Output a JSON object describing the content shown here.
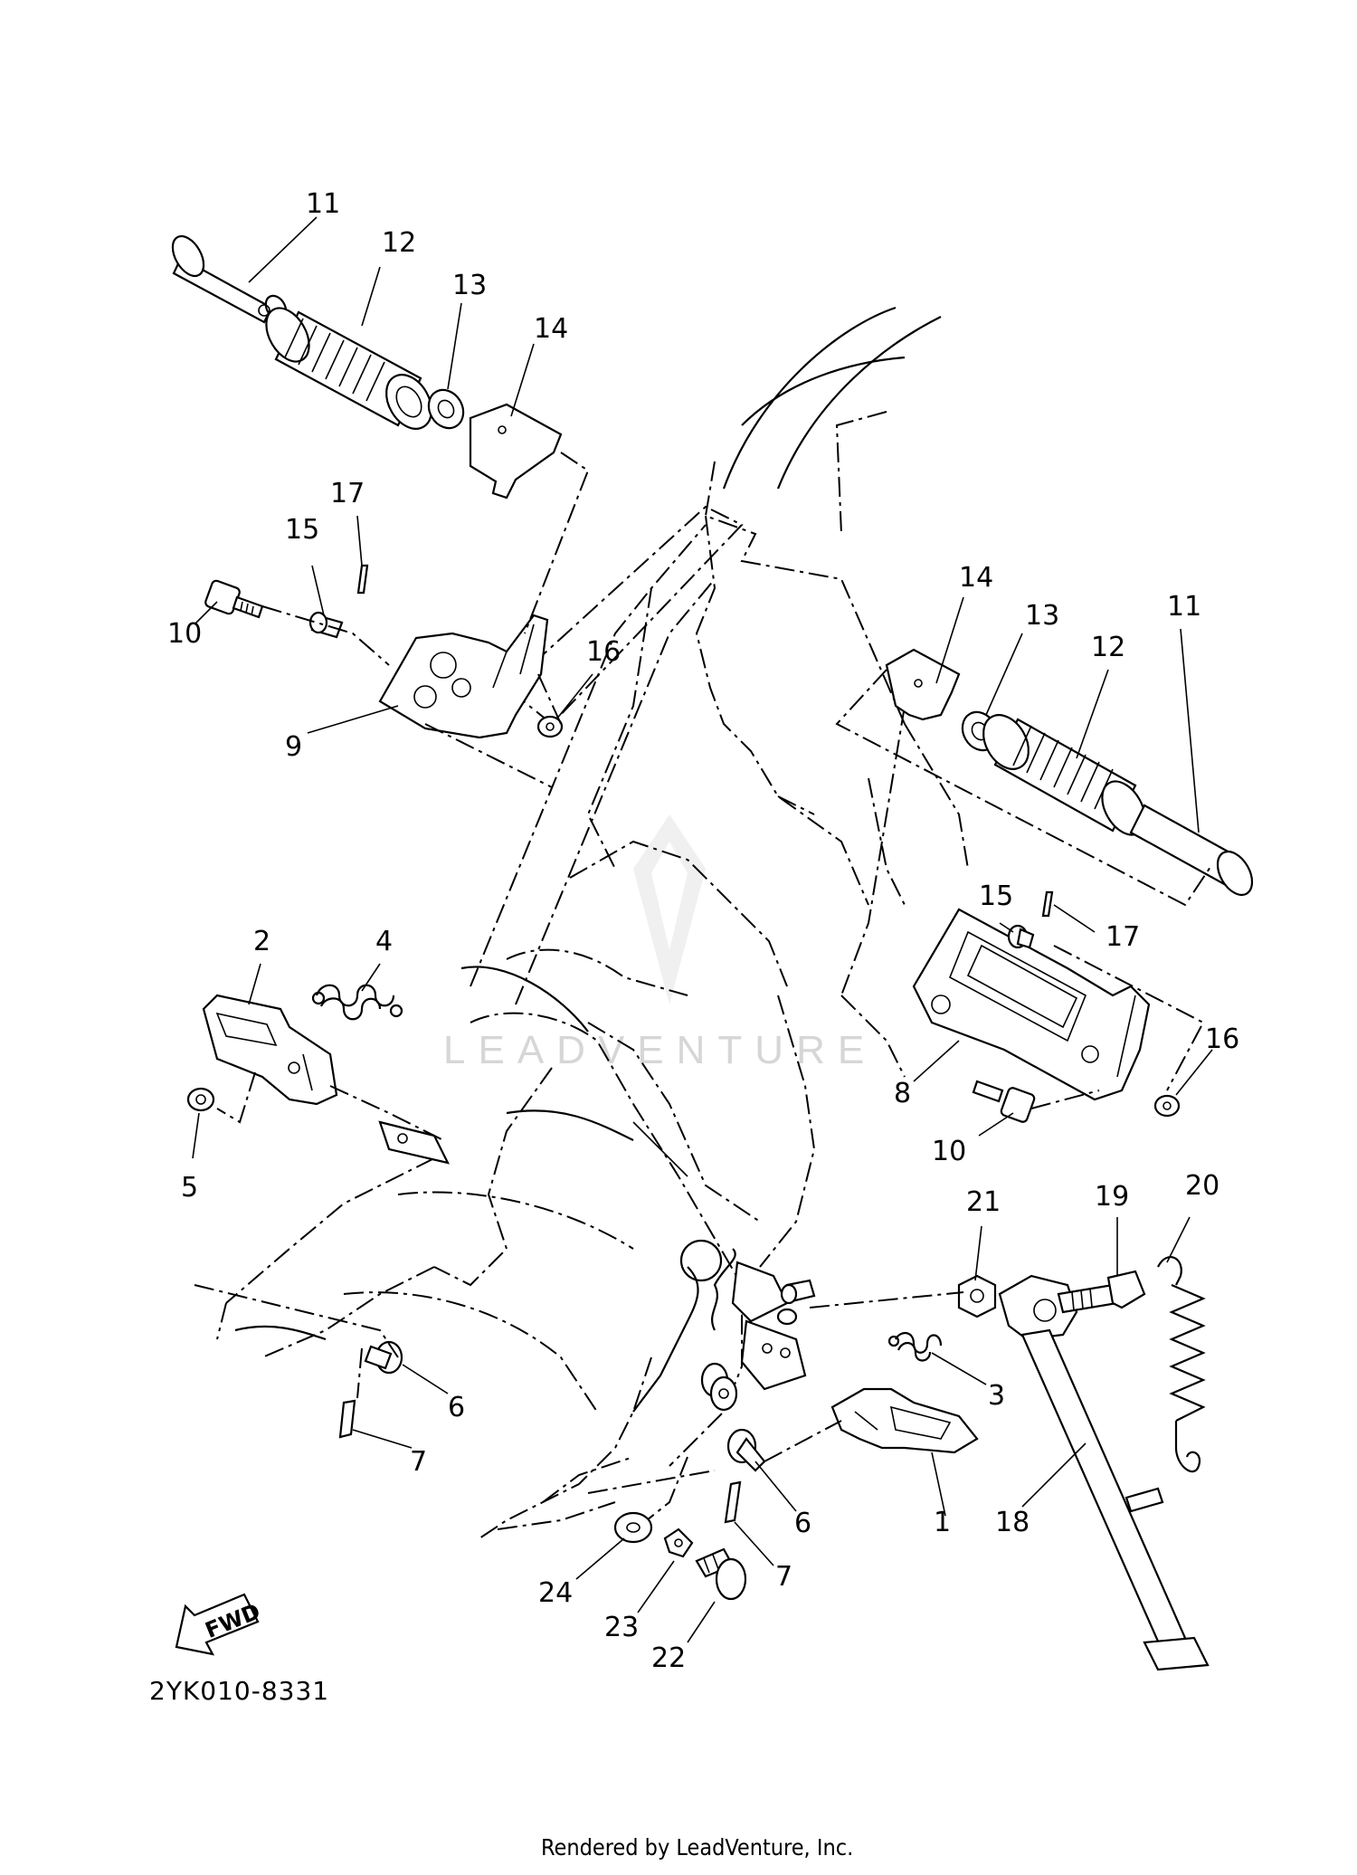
{
  "diagram": {
    "part_code": "2YK010-8331",
    "fwd_label": "FWD",
    "watermark": "LEADVENTURE",
    "footer": "Rendered by LeadVenture, Inc."
  },
  "callouts": [
    {
      "id": "c11a",
      "label": "11"
    },
    {
      "id": "c12a",
      "label": "12"
    },
    {
      "id": "c13a",
      "label": "13"
    },
    {
      "id": "c14a",
      "label": "14"
    },
    {
      "id": "c17a",
      "label": "17"
    },
    {
      "id": "c15a",
      "label": "15"
    },
    {
      "id": "c10a",
      "label": "10"
    },
    {
      "id": "c16a",
      "label": "16"
    },
    {
      "id": "c9",
      "label": "9"
    },
    {
      "id": "c14b",
      "label": "14"
    },
    {
      "id": "c13b",
      "label": "13"
    },
    {
      "id": "c12b",
      "label": "12"
    },
    {
      "id": "c11b",
      "label": "11"
    },
    {
      "id": "c15b",
      "label": "15"
    },
    {
      "id": "c17b",
      "label": "17"
    },
    {
      "id": "c16b",
      "label": "16"
    },
    {
      "id": "c8",
      "label": "8"
    },
    {
      "id": "c10b",
      "label": "10"
    },
    {
      "id": "c2",
      "label": "2"
    },
    {
      "id": "c4",
      "label": "4"
    },
    {
      "id": "c5",
      "label": "5"
    },
    {
      "id": "c21",
      "label": "21"
    },
    {
      "id": "c19",
      "label": "19"
    },
    {
      "id": "c20",
      "label": "20"
    },
    {
      "id": "c3",
      "label": "3"
    },
    {
      "id": "c6a",
      "label": "6"
    },
    {
      "id": "c7a",
      "label": "7"
    },
    {
      "id": "c6b",
      "label": "6"
    },
    {
      "id": "c7b",
      "label": "7"
    },
    {
      "id": "c1",
      "label": "1"
    },
    {
      "id": "c18",
      "label": "18"
    },
    {
      "id": "c24",
      "label": "24"
    },
    {
      "id": "c23",
      "label": "23"
    },
    {
      "id": "c22",
      "label": "22"
    }
  ]
}
